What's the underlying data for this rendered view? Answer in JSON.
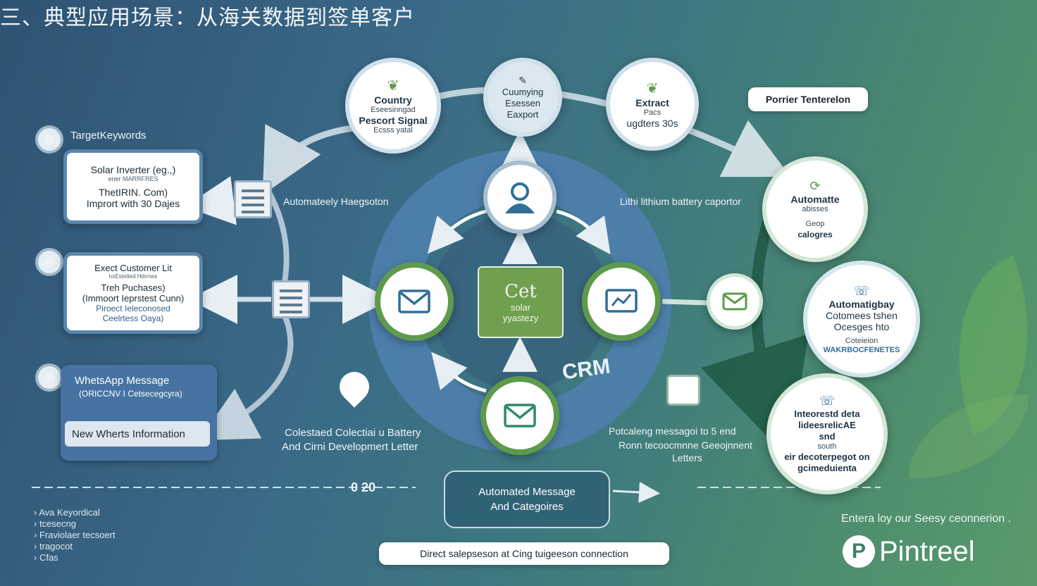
{
  "title": "三、典型应用场景：从海关数据到签单客户",
  "top_nodes": [
    {
      "id": "country",
      "title": "Country",
      "sub1": "Eseesinngad",
      "title2": "Pescort Signal",
      "sub2": "Ecsss yatal"
    },
    {
      "id": "cuumying",
      "title": "Cuumying",
      "sub1": "Esessen",
      "title2": "Eaxport"
    },
    {
      "id": "extract",
      "title": "Extract",
      "sub1": "Pacs",
      "title2": "ugdters 30s"
    }
  ],
  "right_nodes": [
    {
      "id": "automatte",
      "title": "Automatte",
      "sub1": "abisses",
      "sub2": "Geop",
      "sub3": "calogres"
    },
    {
      "id": "automatigbay",
      "title": "Automatigbay",
      "title2": "Cotomees tshen",
      "title3": "Ocesges hto",
      "sub1": "Coteieion",
      "sub2": "WAKRBOCFENETES"
    },
    {
      "id": "interested",
      "title": "Inteorestd deta",
      "title2": "lideesrelicAE",
      "title3": "snd",
      "sub1": "south",
      "title4": "eir decoterpegot on",
      "title5": "gcimeduienta"
    }
  ],
  "left_panel": {
    "keyword_label": "TargetKeywords",
    "card1": {
      "line1": "Solar Inverter (eg.,)",
      "line2": "ener MARRFRES",
      "line3": "ThetIRIN. Com)",
      "line4": "Imprort with 30 Dajes"
    },
    "card2": {
      "line1": "Exect Customer Lit",
      "line2": "hxEstetted Hdrrnes",
      "line3": "Treh Puchases)",
      "line4": "(Immoort Ieprstest Cunn)",
      "line5": "Piroect Ieleconosed",
      "line6": "Ceelrtess Oaya)"
    },
    "card3": {
      "line1": "WhetsApp Message",
      "line2": "(ORICCNV I Cetsecegcyra)",
      "line3": "New Wherts Information"
    }
  },
  "labels": {
    "auto_left": "Automateely Haegsoton",
    "lithium": "Lithi lithium battery caportor",
    "portier": "Porrier Tenterelon",
    "bottom_left": "Colestaed Colectiai u Battery",
    "bottom_left2": "And Cirni Developmert Letter",
    "bottom_right": "Potcaleng messagoi to 5 end",
    "bottom_right2": "Ronn tecoocmnne Geeojnnent",
    "bottom_right3": "Letters",
    "crm": "CRM",
    "center1": "Cet",
    "center2": "solar",
    "center3": "yyastezy",
    "mid_box1": "Automated Message",
    "mid_box2": "And Categoires",
    "bottom_pill": "Direct salepseson at Cing tuigeeson connection",
    "brand_line": "Entera loy our Seesy ceonnerion .",
    "brand": "Pintreel",
    "dash_num": "0 20"
  },
  "legend": [
    "Ava Keyordical",
    "tcesecng",
    "Fraviolaer tecsoert",
    "tragocot",
    "Cfas"
  ],
  "colors": {
    "green": "#5e9a4c",
    "blue": "#2f6f9a",
    "ring": "#4f7fae",
    "arrow": "#c9dbe6"
  }
}
